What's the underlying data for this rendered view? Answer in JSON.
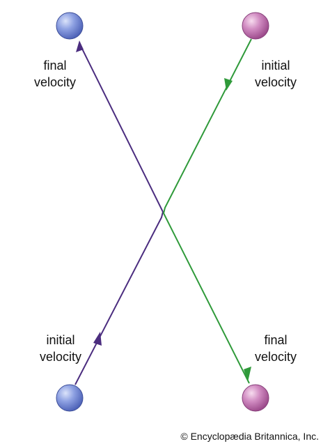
{
  "labels": {
    "top_left": {
      "line1": "final",
      "line2": "velocity"
    },
    "top_right": {
      "line1": "initial",
      "line2": "velocity"
    },
    "bottom_left": {
      "line1": "initial",
      "line2": "velocity"
    },
    "bottom_right": {
      "line1": "final",
      "line2": "velocity"
    }
  },
  "credit": "© Encyclopædia Britannica, Inc.",
  "colors": {
    "purple_path": "#4b2d7f",
    "green_path": "#2f9a3a",
    "blue_ball": "#6f86d6",
    "pink_ball": "#c46fb1"
  }
}
